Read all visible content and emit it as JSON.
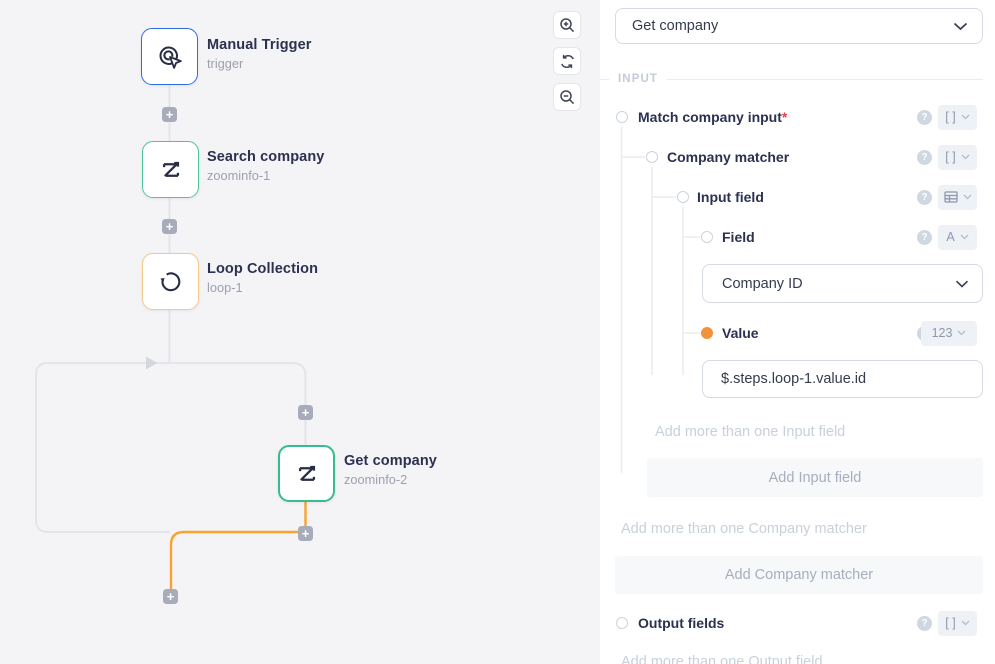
{
  "canvas": {
    "toolbar": {
      "zoom_in_icon": "zoom-in-icon",
      "refresh_icon": "refresh-icon",
      "zoom_out_icon": "zoom-out-icon"
    },
    "nodes": [
      {
        "title": "Manual Trigger",
        "subtitle": "trigger",
        "icon": "manual-trigger-icon",
        "accent": "#2f6ce3",
        "selected": false
      },
      {
        "title": "Search company",
        "subtitle": "zoominfo-1",
        "icon": "zoominfo-icon",
        "accent": "#4ec598",
        "selected": false
      },
      {
        "title": "Loop Collection",
        "subtitle": "loop-1",
        "icon": "loop-icon",
        "accent": "#f3c988",
        "selected": false
      },
      {
        "title": "Get company",
        "subtitle": "zoominfo-2",
        "icon": "zoominfo-icon",
        "accent": "#35bd8d",
        "selected": true
      }
    ],
    "colors": {
      "connector": "#e3e5ea",
      "active_connector": "#f9a231",
      "plus_button": "#a7abba"
    }
  },
  "panel": {
    "operation_select": {
      "value": "Get company"
    },
    "section_label": "INPUT",
    "rows": {
      "match_company_input": {
        "label": "Match company input",
        "required": "*",
        "badge": "[ ]"
      },
      "company_matcher": {
        "label": "Company matcher",
        "badge": "[ ]"
      },
      "input_field": {
        "label": "Input field",
        "badge_icon": "table-icon"
      },
      "field": {
        "label": "Field",
        "badge": "A",
        "select_value": "Company ID"
      },
      "value": {
        "label": "Value",
        "badge": "123",
        "input_value": "$.steps.loop-1.value.id"
      },
      "output_fields": {
        "label": "Output fields",
        "badge": "[ ]"
      }
    },
    "helpers": {
      "add_more_input_field": "Add more than one Input field",
      "add_more_company_matcher": "Add more than one Company matcher",
      "add_more_output_field": "Add more than one Output field"
    },
    "buttons": {
      "add_input_field": "Add Input field",
      "add_company_matcher": "Add Company matcher"
    }
  }
}
